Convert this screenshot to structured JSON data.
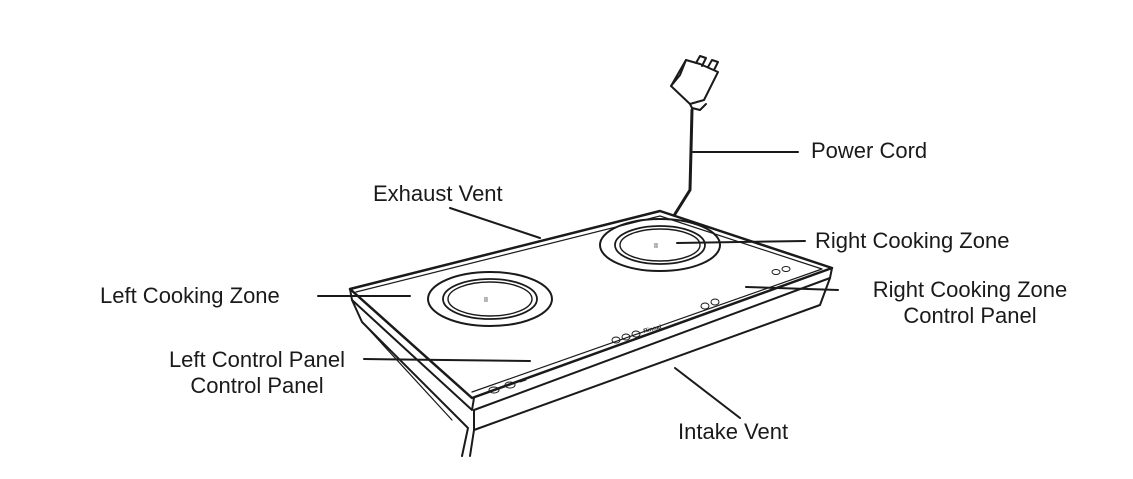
{
  "labels": {
    "power_cord": "Power Cord",
    "exhaust_vent": "Exhaust Vent",
    "right_cooking_zone": "Right Cooking Zone",
    "left_cooking_zone": "Left Cooking Zone",
    "right_control_panel_line1": "Right Cooking Zone",
    "right_control_panel_line2": "Control Panel",
    "left_control_panel_line1": "Left Control Panel",
    "left_control_panel_line2": "Control Panel",
    "intake_vent": "Intake Vent"
  },
  "brand_mark": "Rinnai",
  "colors": {
    "line": "#1a1a1a",
    "background": "#ffffff"
  },
  "icons": [
    "plug-icon",
    "power-button-icon",
    "control-button-icon"
  ]
}
